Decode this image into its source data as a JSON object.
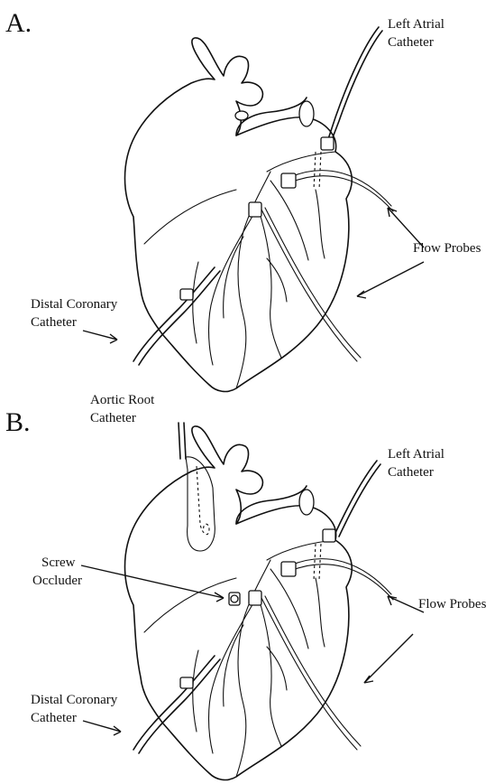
{
  "panel_a": {
    "letter": "A.",
    "labels": {
      "left_atrial_catheter_line1": "Left Atrial",
      "left_atrial_catheter_line2": "Catheter",
      "flow_probes": "Flow Probes",
      "distal_coronary_line1": "Distal Coronary",
      "distal_coronary_line2": "Catheter"
    }
  },
  "panel_b": {
    "letter": "B.",
    "labels": {
      "aortic_root_line1": "Aortic Root",
      "aortic_root_line2": "Catheter",
      "left_atrial_catheter_line1": "Left Atrial",
      "left_atrial_catheter_line2": "Catheter",
      "screw_occluder_line1": "Screw",
      "screw_occluder_line2": "Occluder",
      "flow_probes": "Flow Probes",
      "distal_coronary_line1": "Distal Coronary",
      "distal_coronary_line2": "Catheter"
    }
  }
}
